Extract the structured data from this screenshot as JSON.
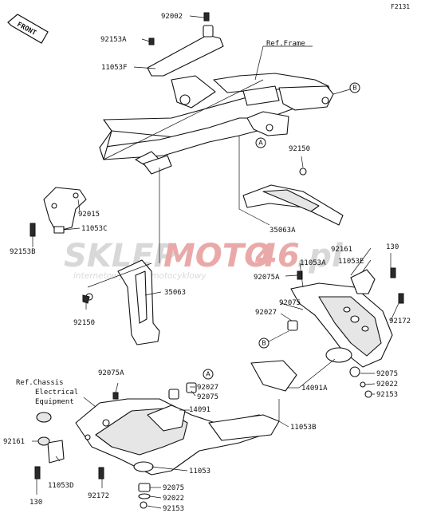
{
  "diagram_code": "F2131",
  "front_label": "FRONT",
  "watermark": {
    "brand_left": "SKLEP",
    "brand_mid": "MOTO",
    "brand_num": "46",
    "brand_suffix": ".pl",
    "tagline": "internetowy sklep motocyklowy",
    "color_gray": "#d4d4d4",
    "color_red": "#e8a0a0"
  },
  "reference_circles": [
    "A",
    "B"
  ],
  "labels": {
    "p92002": "92002",
    "p92153a": "92153A",
    "p11053f": "11053F",
    "ref_frame": "Ref.Frame",
    "p92150_top": "92150",
    "p92015": "92015",
    "p11053c": "11053C",
    "p92153b": "92153B",
    "p35063a": "35063A",
    "p92161_top": "92161",
    "p130_top": "130",
    "p11053e": "11053E",
    "p11053a": "11053A",
    "p92075a_top": "92075A",
    "p92075_mid": "92075",
    "p92027_mid": "92027",
    "p92172_right": "92172",
    "p35063": "35063",
    "p92150_bottom": "92150",
    "p14091a": "14091A",
    "p92075_right": "92075",
    "p92022_right": "92022",
    "p92153_right": "92153",
    "ref_chassis_1": "Ref.Chassis",
    "ref_chassis_2": "Electrical",
    "ref_chassis_3": "Equipment",
    "p92075a_bottom": "92075A",
    "p92027_bottom": "92027",
    "p92075_bottom": "92075",
    "p14091": "14091",
    "p92161_bottom": "92161",
    "p11053b": "11053B",
    "p11053": "11053",
    "p11053d": "11053D",
    "p130_bottom": "130",
    "p92172_bottom": "92172",
    "p92075_lower": "92075",
    "p92022_lower": "92022",
    "p92153_lower": "92153"
  }
}
